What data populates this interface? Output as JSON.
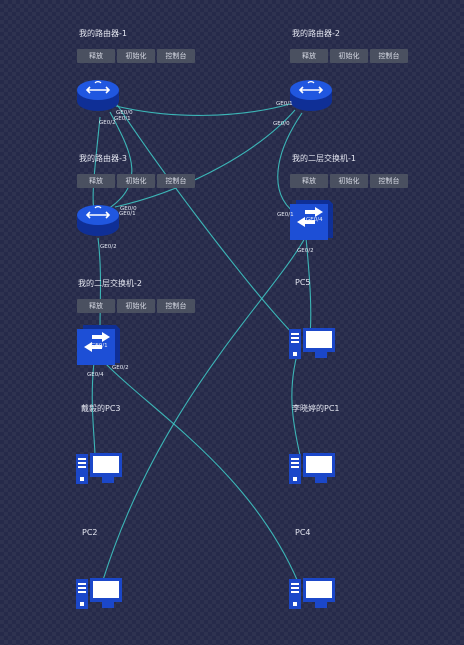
{
  "nodes": {
    "router1": {
      "title": "我的路由器-1",
      "actions": [
        "释放",
        "初始化",
        "控制台"
      ]
    },
    "router2": {
      "title": "我的路由器-2",
      "actions": [
        "释放",
        "初始化",
        "控制台"
      ]
    },
    "router3": {
      "title": "我的路由器-3",
      "actions": [
        "释放",
        "初始化",
        "控制台"
      ]
    },
    "switch1": {
      "title": "我的二层交换机-1",
      "actions": [
        "释放",
        "初始化",
        "控制台"
      ]
    },
    "switch2": {
      "title": "我的二层交换机-2",
      "actions": [
        "释放",
        "初始化",
        "控制台"
      ]
    },
    "pc5": {
      "title": "PC5"
    },
    "pc3": {
      "title": "戴毅的PC3"
    },
    "pc1": {
      "title": "李晓婷的PC1"
    },
    "pc2": {
      "title": "PC2"
    },
    "pc4": {
      "title": "PC4"
    }
  },
  "ports": {
    "r1_ge00": "GE0/0",
    "r1_ge01": "GE0/1",
    "r1_ge02": "GE0/2",
    "r2_ge01": "GE0/1",
    "r2_ge00": "GE0/0",
    "r3_ge00": "GE0/0",
    "r3_ge01": "GE0/1",
    "r3_ge02": "GE0/2",
    "s1_ge01": "GE0/1",
    "s1_ge04": "GE0/4",
    "s1_ge02": "GE0/2",
    "s2_ge01": "GE0/1",
    "s2_ge04": "GE0/4",
    "s2_ge02": "GE0/2"
  },
  "colors": {
    "background": "#262a4a",
    "link": "#3ec4c2",
    "device": "#1b47c9",
    "button": "#4a5060"
  }
}
